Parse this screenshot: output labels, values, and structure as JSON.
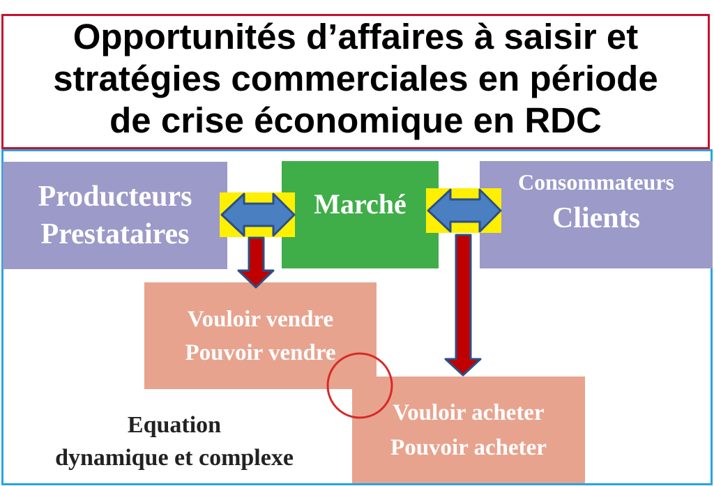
{
  "title": {
    "line1": "Opportunités d’affaires à saisir et",
    "line2": "stratégies commerciales en période",
    "line3": "de crise économique en RDC"
  },
  "producers": {
    "line1": "Producteurs",
    "line2": "Prestataires"
  },
  "market": {
    "label": "Marché"
  },
  "consumers": {
    "line1": "Consommateurs",
    "line2": "Clients"
  },
  "sell": {
    "line1": "Vouloir vendre",
    "line2": "Pouvoir vendre"
  },
  "buy": {
    "line1": "Vouloir acheter",
    "line2": "Pouvoir acheter"
  },
  "equation": {
    "line1": "Equation",
    "line2": "dynamique et complexe"
  },
  "colors": {
    "title_border": "#c8102e",
    "frame_border": "#29a3e0",
    "purple_box": "#9b9ac8",
    "green_box": "#3fae49",
    "salmon_box": "#e8a38e",
    "double_arrow_fill": "#4a7fc1",
    "arrow_highlight": "#ffef00",
    "down_arrow_fill": "#c00000",
    "circle": "#d62a2a"
  },
  "icons": [
    "double-arrow-icon",
    "down-arrow-icon",
    "highlight-circle-icon"
  ]
}
